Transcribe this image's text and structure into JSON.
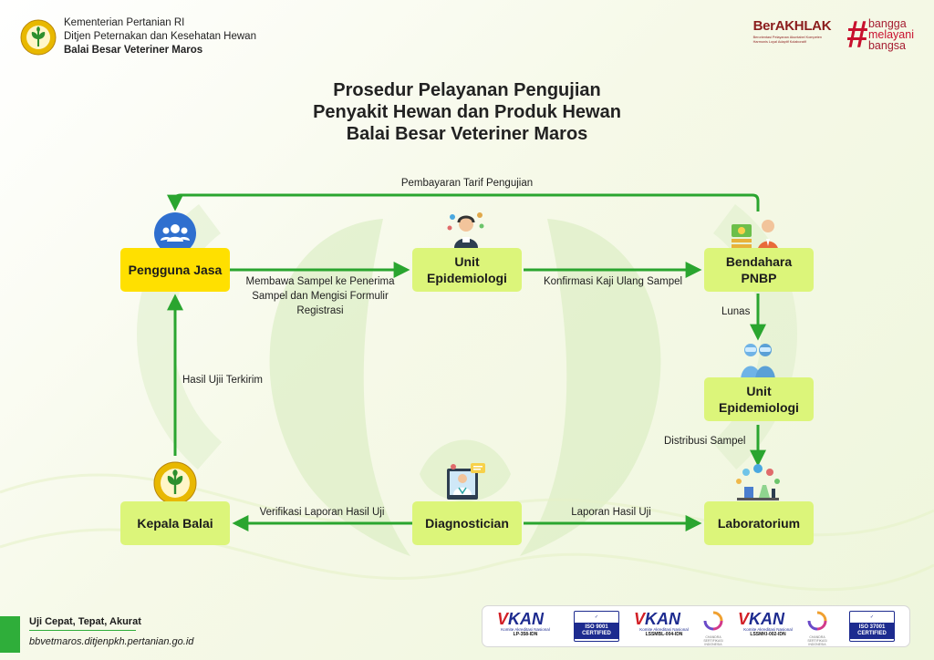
{
  "header": {
    "line1": "Kementerian Pertanian RI",
    "line2": "Ditjen Peternakan dan Kesehatan Hewan",
    "line3": "Balai Besar Veteriner Maros"
  },
  "brand": {
    "berakhlak": "BerAKHLAK",
    "berakhlak_tagline": "Berorientasi Pelayanan Akuntabel Kompeten Harmonis Loyal Adaptif Kolaboratif",
    "bangga_hash": "#",
    "bangga_lines": [
      "bangga",
      "melayani",
      "bangsa"
    ]
  },
  "title": {
    "line1": "Prosedur Pelayanan Pengujian",
    "line2": "Penyakit Hewan dan Produk Hewan",
    "line3": "Balai Besar Veteriner Maros"
  },
  "nodes": {
    "pengguna_jasa": "Pengguna Jasa",
    "unit_epid_top_1": "Unit",
    "unit_epid_top_2": "Epidemiologi",
    "bendahara_1": "Bendahara",
    "bendahara_2": "PNBP",
    "unit_epid_right_1": "Unit",
    "unit_epid_right_2": "Epidemiologi",
    "laboratorium": "Laboratorium",
    "diagnostician": "Diagnostician",
    "kepala_balai": "Kepala Balai"
  },
  "labels": {
    "pembayaran": "Pembayaran Tarif Pengujian",
    "membawa_1": "Membawa Sampel ke Penerima",
    "membawa_2": "Sampel dan Mengisi Formulir",
    "membawa_3": "Registrasi",
    "konfirmasi": "Konfirmasi Kaji Ulang Sampel",
    "lunas": "Lunas",
    "distribusi": "Distribusi Sampel",
    "laporan": "Laporan Hasil Uji",
    "verifikasi": "Verifikasi Laporan Hasil Uji",
    "hasil_terkirim": "Hasil Ujii Terkirim"
  },
  "footer": {
    "tagline": "Uji Cepat, Tepat, Akurat",
    "url": "bbvetmaros.ditjenpkh.pertanian.go.id"
  },
  "certs": {
    "kan_mark": "KAN",
    "kan_sub": "Komite Akreditasi Nasional",
    "kan1_code": "LP-358-IDN",
    "iso1_text": "ISO 9001",
    "iso_certified": "CERTIFIED",
    "kan2_code": "LSSMBL-004-IDN",
    "kan3_code": "LSSMKI-002-IDN",
    "iso2_text": "ISO 37001",
    "swirl_text": "CHANDRA SERTIFIKASI INDONESIA"
  },
  "colors": {
    "arrow_green": "#2aa52f",
    "node_yellow": "#ffe000",
    "node_green": "#dcf57a",
    "brand_red": "#c8102e"
  }
}
